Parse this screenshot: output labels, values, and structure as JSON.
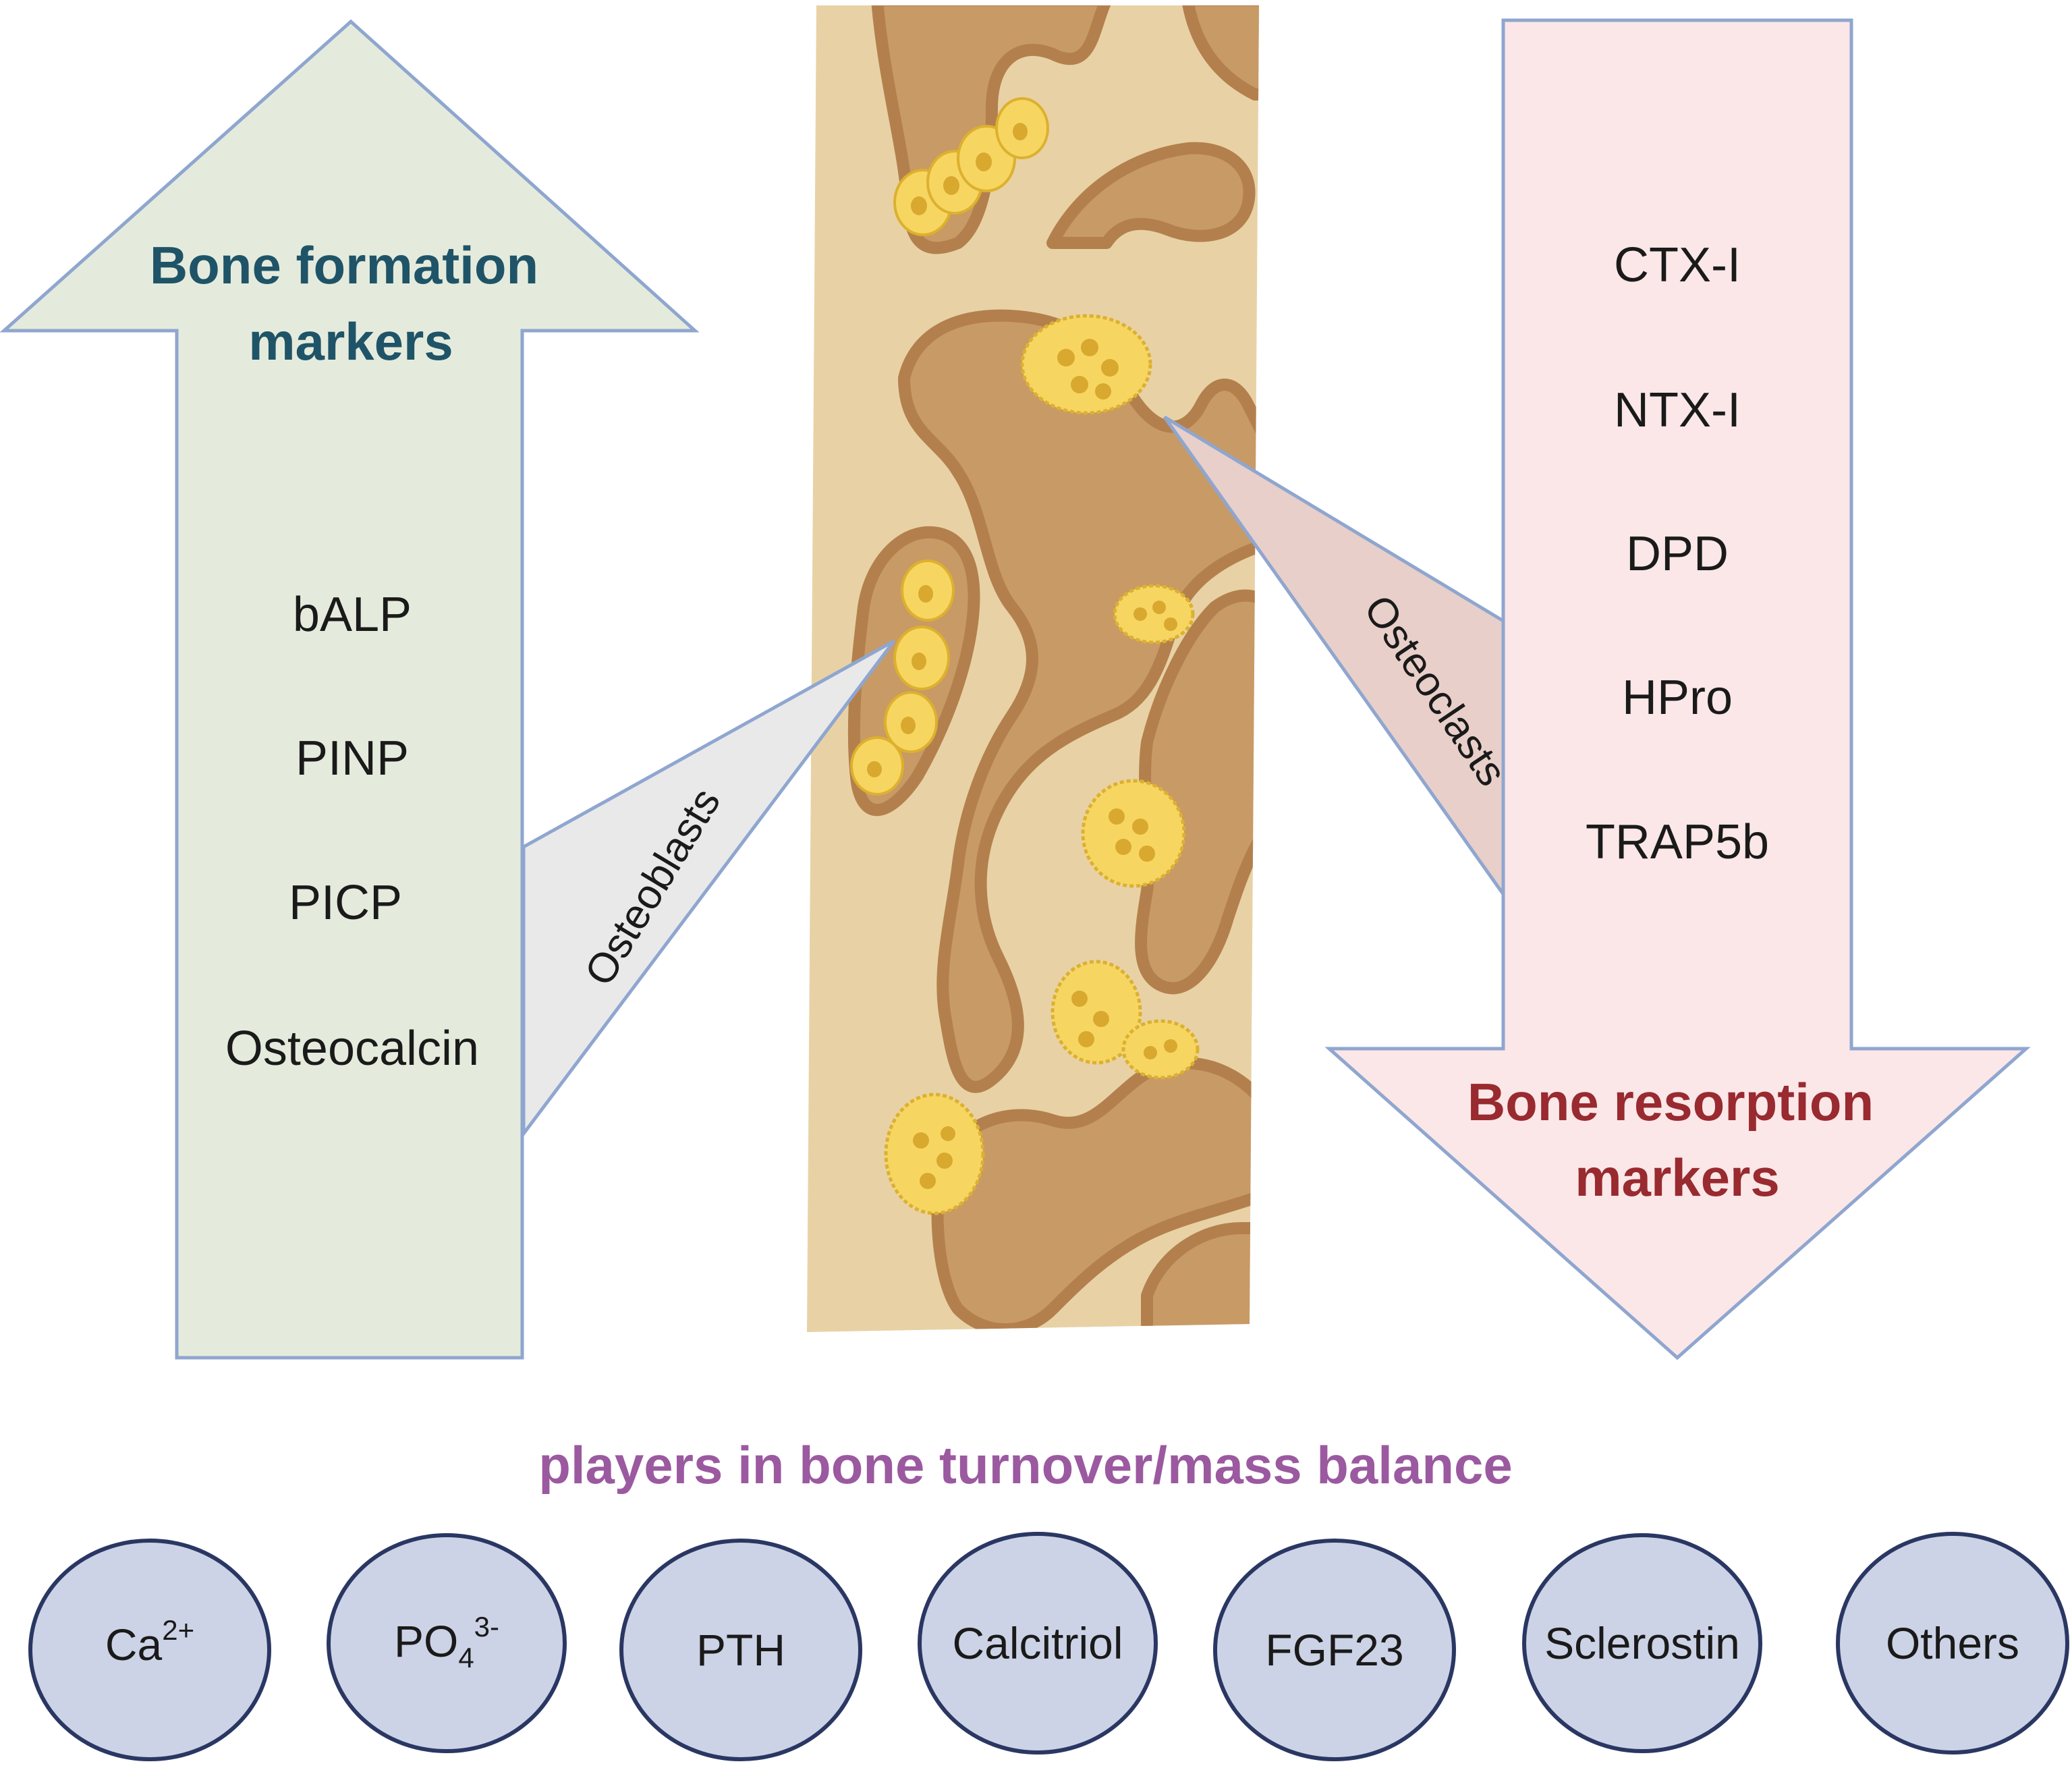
{
  "formation": {
    "title_line1": "Bone formation",
    "title_line2": "markers",
    "markers": [
      "bALP",
      "PINP",
      "PICP",
      "Osteocalcin"
    ],
    "callout": "Osteoblasts"
  },
  "resorption": {
    "title_line1": "Bone resorption",
    "title_line2": "markers",
    "markers": [
      "CTX-I",
      "NTX-I",
      "DPD",
      "HPro",
      "TRAP5b"
    ],
    "callout": "Osteoclasts"
  },
  "players": {
    "title": "players in bone turnover/mass balance",
    "items": [
      {
        "base": "Ca",
        "sub": "",
        "sup": "2+"
      },
      {
        "base": "PO",
        "sub": "4",
        "sup": "3-"
      },
      {
        "base": "PTH",
        "sub": "",
        "sup": ""
      },
      {
        "base": "Calcitriol",
        "sub": "",
        "sup": ""
      },
      {
        "base": "FGF23",
        "sub": "",
        "sup": ""
      },
      {
        "base": "Sclerostin",
        "sub": "",
        "sup": ""
      },
      {
        "base": "Others",
        "sub": "",
        "sup": ""
      }
    ]
  },
  "colors": {
    "formation_fill": "#e5ebdc",
    "resorption_fill": "#fbe7e7",
    "arrow_stroke": "#8fa6cf",
    "formation_title": "#1f5468",
    "resorption_title": "#982a30",
    "players_title": "#9b59a0",
    "circle_fill": "#cdd3e6",
    "circle_stroke": "#2a3763",
    "bone_light": "#e8d2a5",
    "bone_dark": "#c89a66",
    "bone_edge": "#b3804d",
    "cell_fill": "#f6d661",
    "cell_stroke": "#ddb02e",
    "cell_nucleus": "#d9a82e",
    "osteoblast_callout": "#e9e9ea",
    "osteoclast_callout": "#e8cfca"
  }
}
